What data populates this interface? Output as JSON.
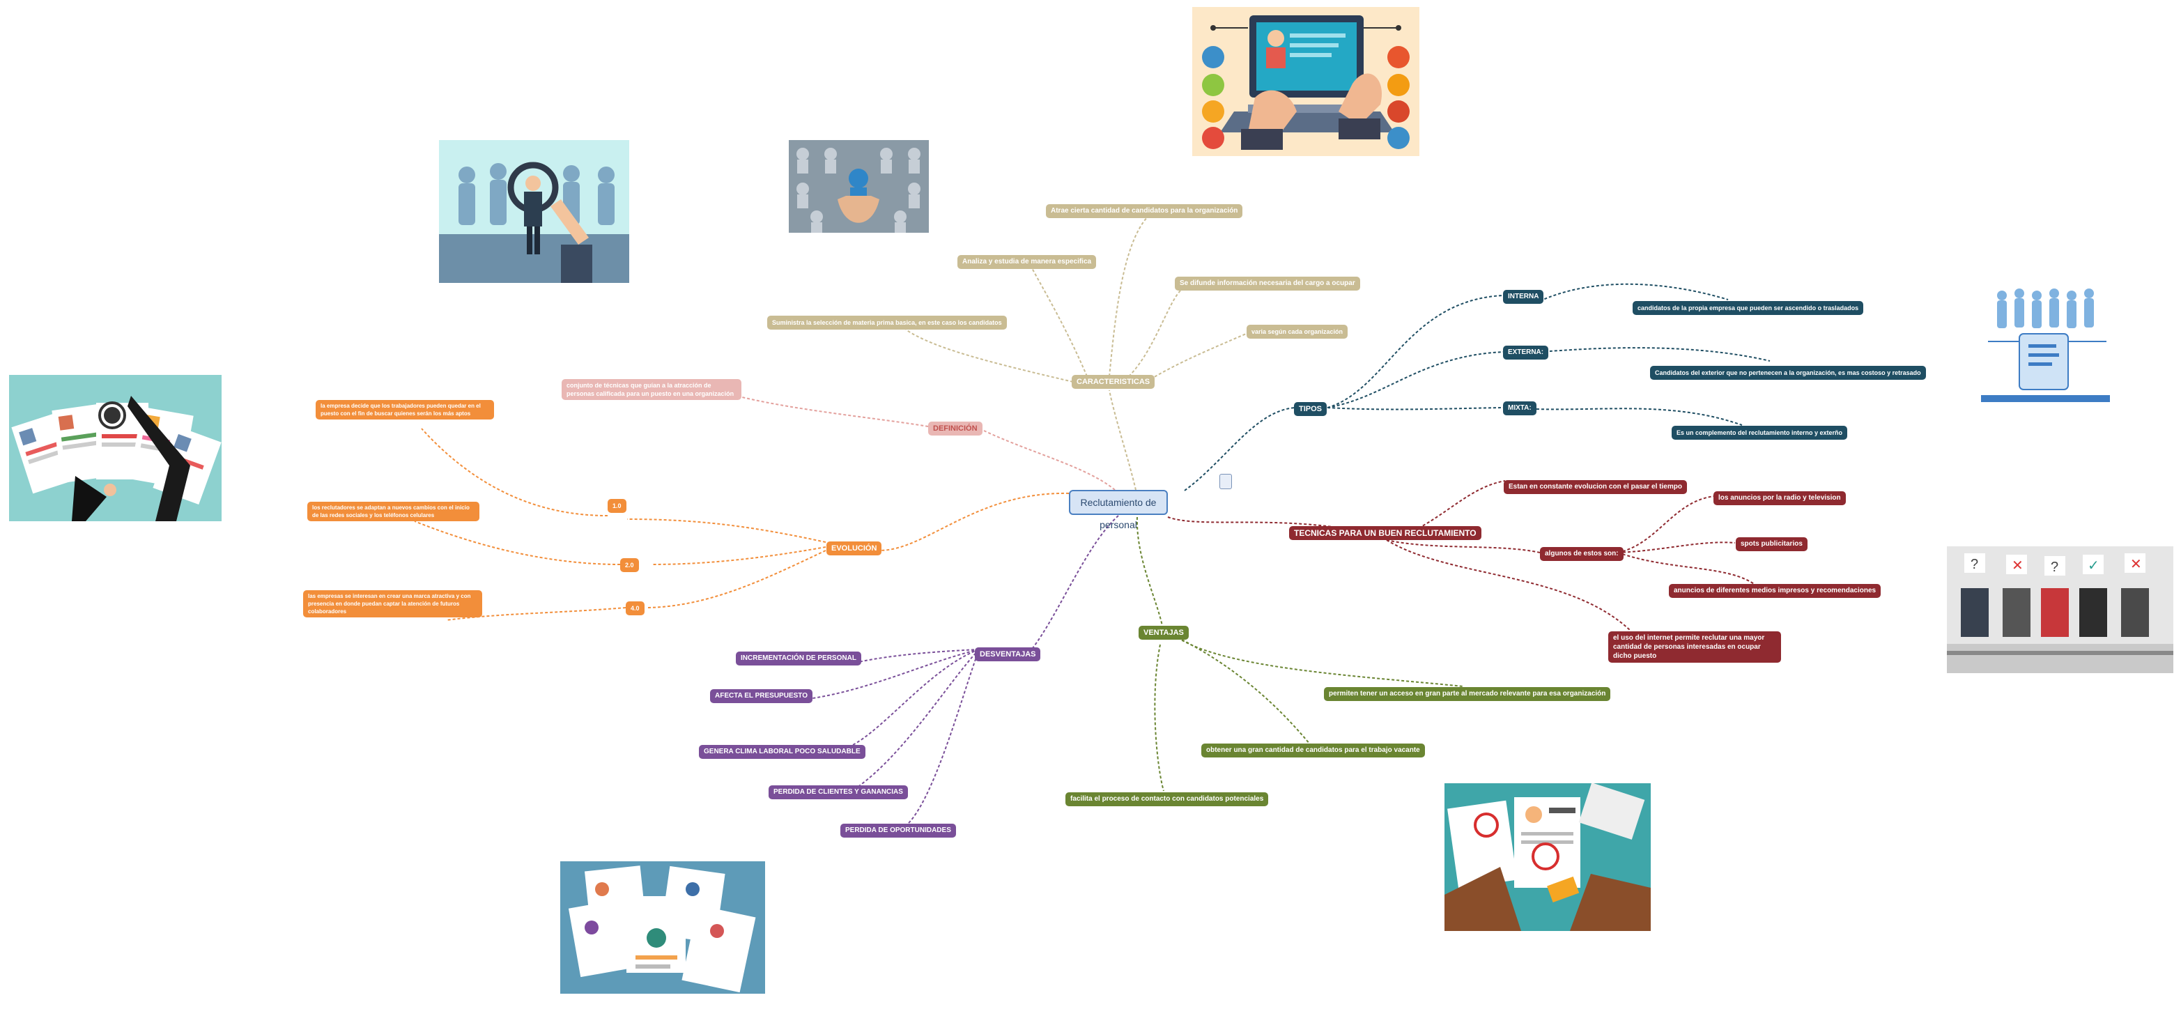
{
  "center": "Reclutamiento de personal",
  "caracteristicas": {
    "label": "CARACTERISTICAS",
    "items": [
      "Atrae cierta cantidad de candidatos para la organización",
      "Analiza y estudia de manera especifica",
      "Se difunde información necesaria del cargo a ocupar",
      "Suministra la selección de materia prima basica, en este caso los candidatos",
      "varia según cada organización"
    ]
  },
  "definicion": {
    "label": "DEFINICIÓN",
    "text": "conjunto de técnicas que guían a la atracción de personas calificada para un puesto en una organización"
  },
  "evolucion": {
    "label": "EVOLUCIÓN",
    "versions": [
      {
        "label": "1.0",
        "text": "la empresa decide que los trabajadores pueden quedar en el puesto con el fin de buscar quienes serán los más aptos"
      },
      {
        "label": "2.0",
        "text": "los reclutadores se adaptan a nuevos cambios con el inicio de las redes sociales y los teléfonos celulares"
      },
      {
        "label": "4.0",
        "text": "las empresas se interesan en crear una marca atractiva y con presencia en donde puedan captar la atención de futuros colaboradores"
      }
    ]
  },
  "tipos": {
    "label": "TIPOS",
    "items": [
      {
        "label": "INTERNA",
        "text": "candidatos de la propia empresa que pueden ser ascendido o trasladados"
      },
      {
        "label": "EXTERNA:",
        "text": "Candidatos del exterior que no pertenecen a la organización, es mas costoso y retrasado"
      },
      {
        "label": "MIXTA:",
        "text": "Es un complemento del reclutamiento interno y exterño"
      }
    ]
  },
  "tecnicas": {
    "label": "TECNICAS PARA UN BUEN RECLUTAMIENTO",
    "evolucion_text": "Estan en constante evolucion con el pasar el tiempo",
    "algunos_label": "algunos de estos son:",
    "algunos": [
      "los anuncios por la radio y television",
      "spots publicitarios",
      "anuncios de diferentes medios impresos y recomendaciones"
    ],
    "internet": "el uso del internet permite reclutar una mayor cantidad de personas interesadas en ocupar dicho puesto"
  },
  "ventajas": {
    "label": "VENTAJAS",
    "items": [
      "permiten tener un acceso en gran parte al mercado relevante para esa organización",
      "obtener una gran cantidad de candidatos para el trabajo vacante",
      "facilita el proceso de contacto con candidatos potenciales"
    ]
  },
  "desventajas": {
    "label": "DESVENTAJAS",
    "items": [
      "INCREMENTACIÓN DE PERSONAL",
      "AFECTA EL PRESUPUESTO",
      "GENERA CLIMA LABORAL POCO SALUDABLE",
      "PERDIDA DE CLIENTES Y GANANCIAS",
      "PERDIDA DE OPORTUNIDADES"
    ]
  },
  "colors": {
    "tipos": "#1f4e63",
    "tecnicas": "#8f2a30",
    "ventajas": "#6a8532",
    "desventajas": "#7a4f99",
    "evolucion": "#f28e3a",
    "definicion": "#e9b7b4",
    "caracteristicas": "#c9bc93"
  },
  "images": [
    "online-interview-illustration",
    "magnifier-candidate-illustration",
    "crowd-selection-photo",
    "resumes-illustration",
    "team-illustration",
    "candidates-with-signs-photo",
    "cv-review-illustration",
    "resume-pile-illustration"
  ]
}
